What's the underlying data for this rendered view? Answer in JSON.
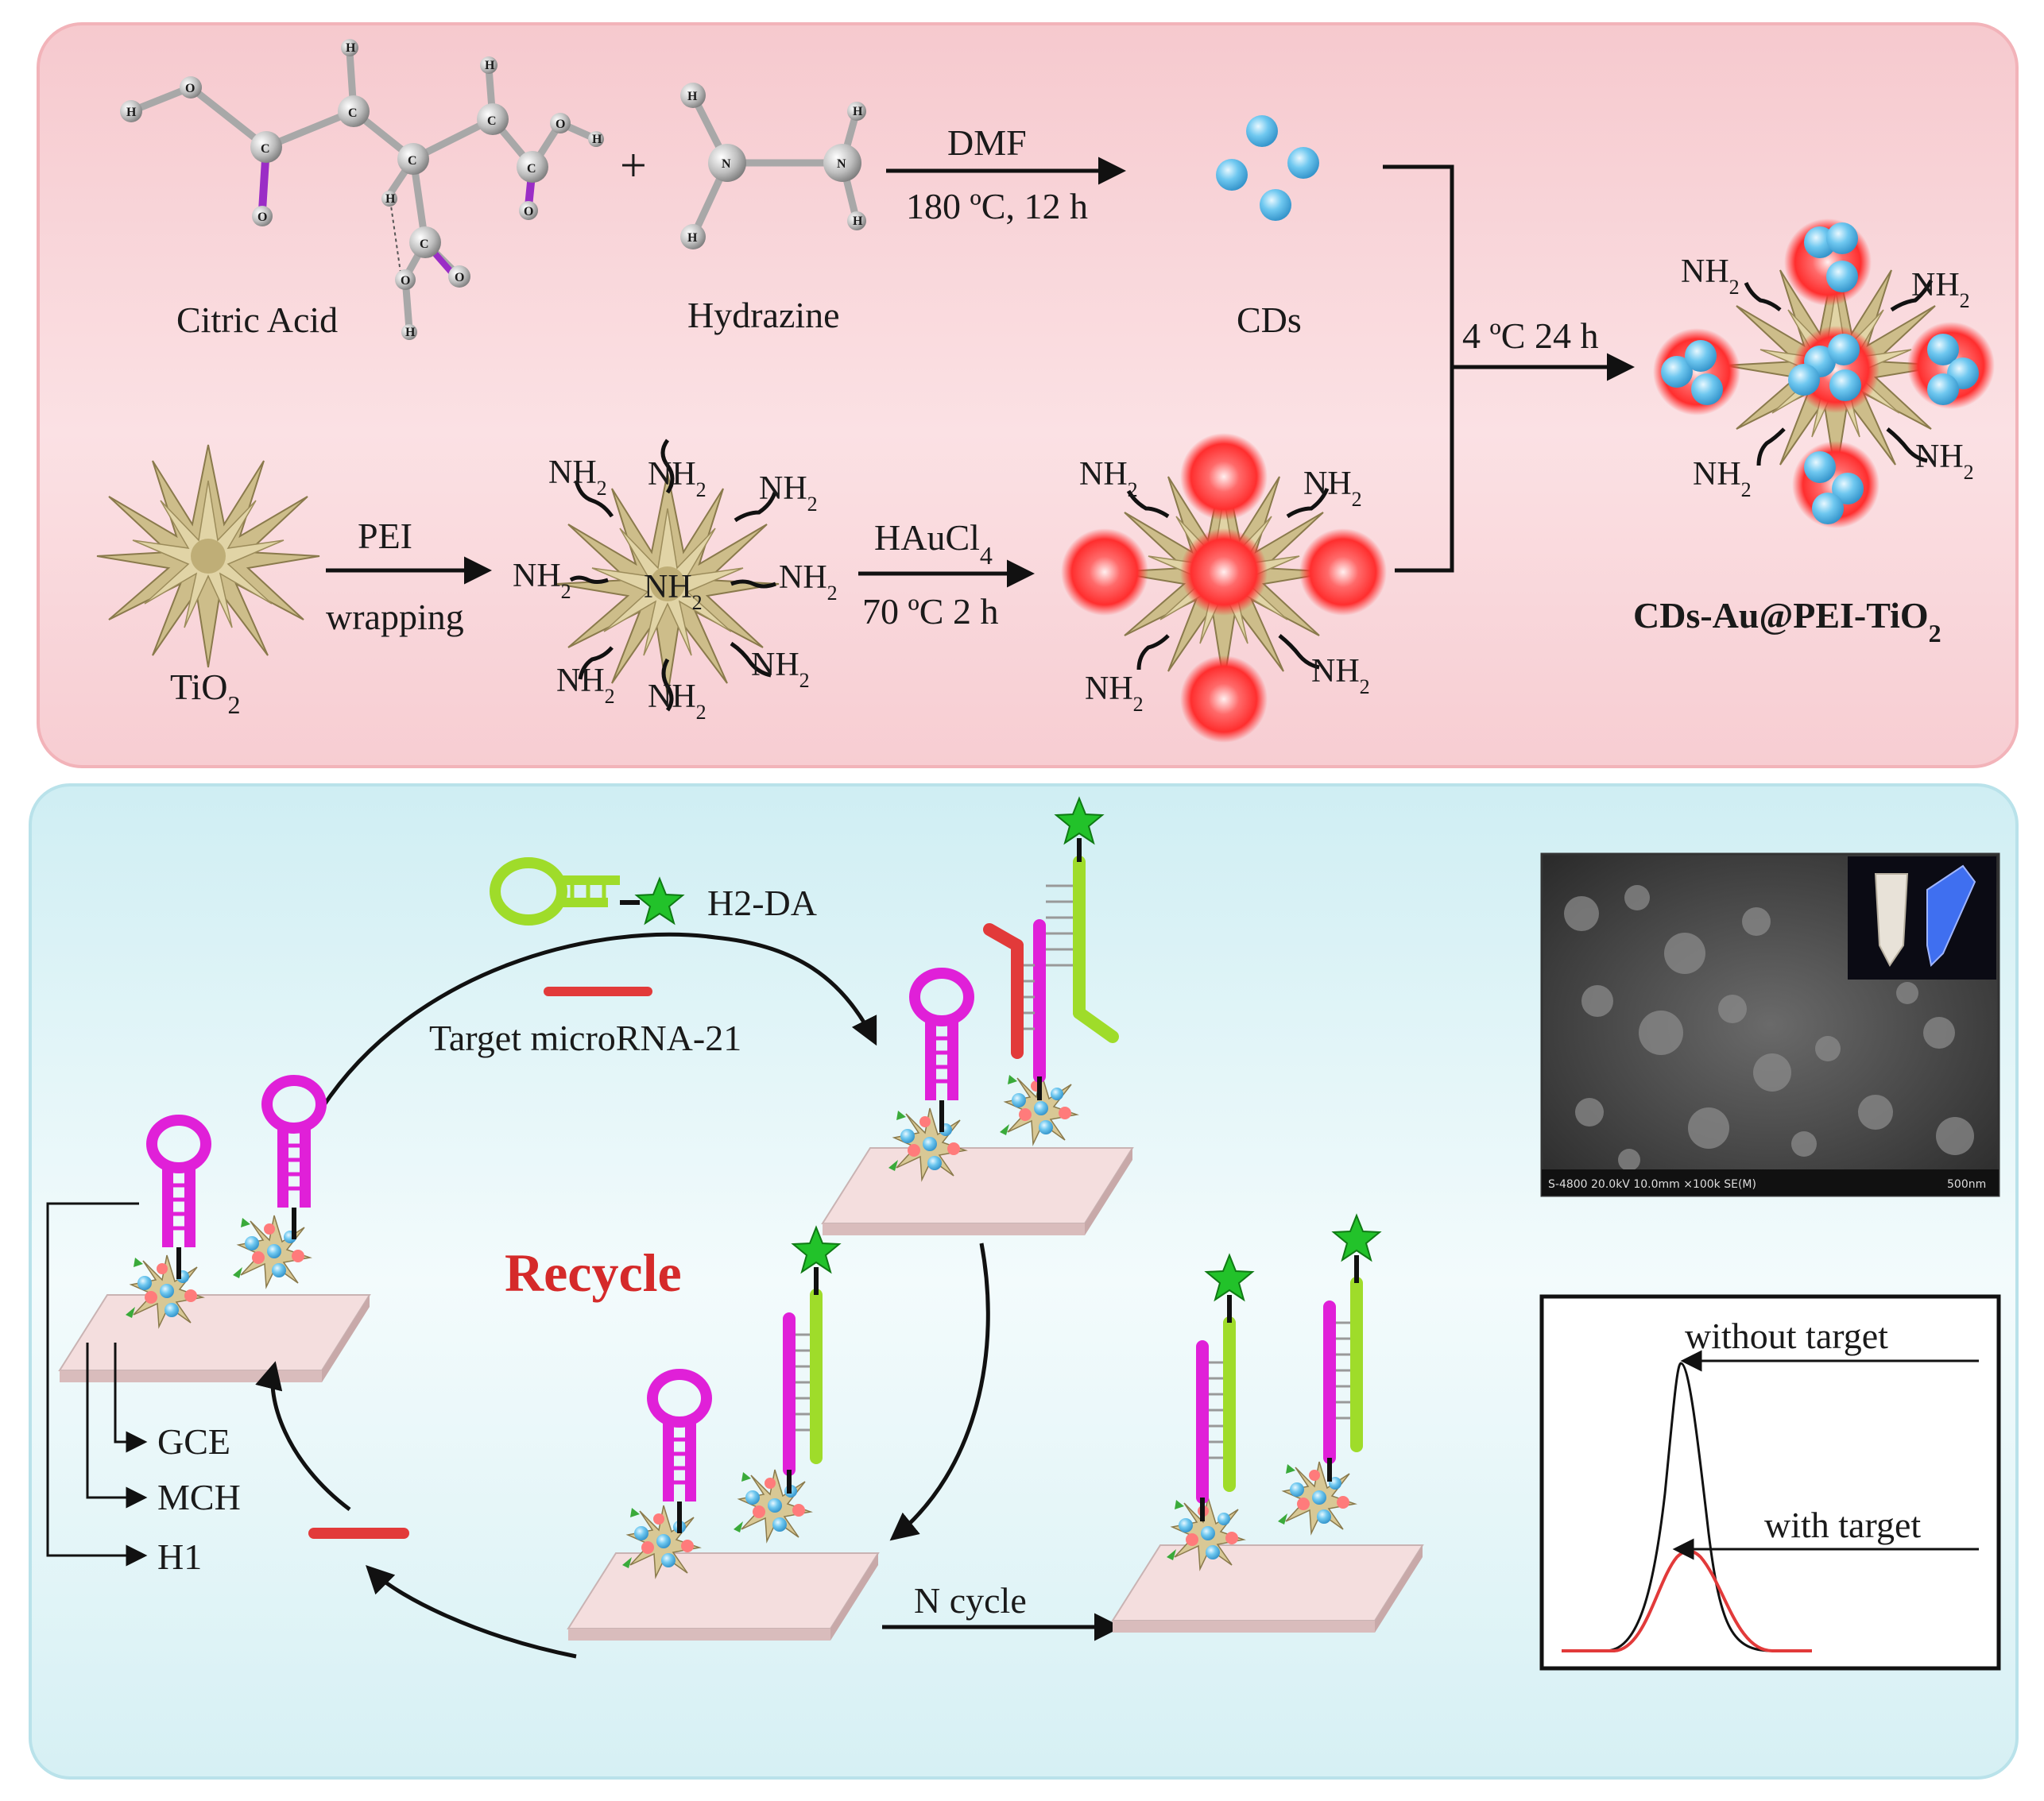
{
  "top_panel": {
    "citric_acid_label": "Citric Acid",
    "hydrazine_label": "Hydrazine",
    "plus": "+",
    "cds_label": "CDs",
    "reaction1_top": "DMF",
    "reaction1_bottom": "180 ºC, 12 h",
    "tio2_label": "TiO2",
    "pei_top": "PEI",
    "pei_bottom": "wrapping",
    "haucl4_top": "HAuCl4",
    "haucl4_bottom": "70 ºC 2 h",
    "combine_label": "4 ºC 24 h",
    "product_label": "CDs-Au@PEI-TiO2",
    "nh2_label": "NH2",
    "atoms": {
      "H": "H",
      "O": "O",
      "C": "C",
      "N": "N"
    }
  },
  "bottom_panel": {
    "h2da_label": "H2-DA",
    "target_label": "Target microRNA-21",
    "recycle_label": "Recycle",
    "n_cycle_label": "N cycle",
    "legend": [
      "GCE",
      "MCH",
      "H1"
    ],
    "sem_scale_text": "S-4800 20.0kV 10.0mm ×100k SE(M)",
    "sem_bar_text": "500nm",
    "graph": {
      "without_target": "without target",
      "with_target": "with target"
    }
  },
  "colors": {
    "top_panel_bg": "#f8d3d6",
    "bottom_panel_bg": "#d6f0f4",
    "hairpin_magenta": "#e020d8",
    "h2_green": "#9fdc2a",
    "star_green": "#22c22a",
    "target_red": "#e23a3a",
    "recycle_red": "#d52a2a",
    "cds_blue": "#55b9ea",
    "au_red": "#ff3b3b",
    "tio2_tan": "#cdbd8a"
  }
}
